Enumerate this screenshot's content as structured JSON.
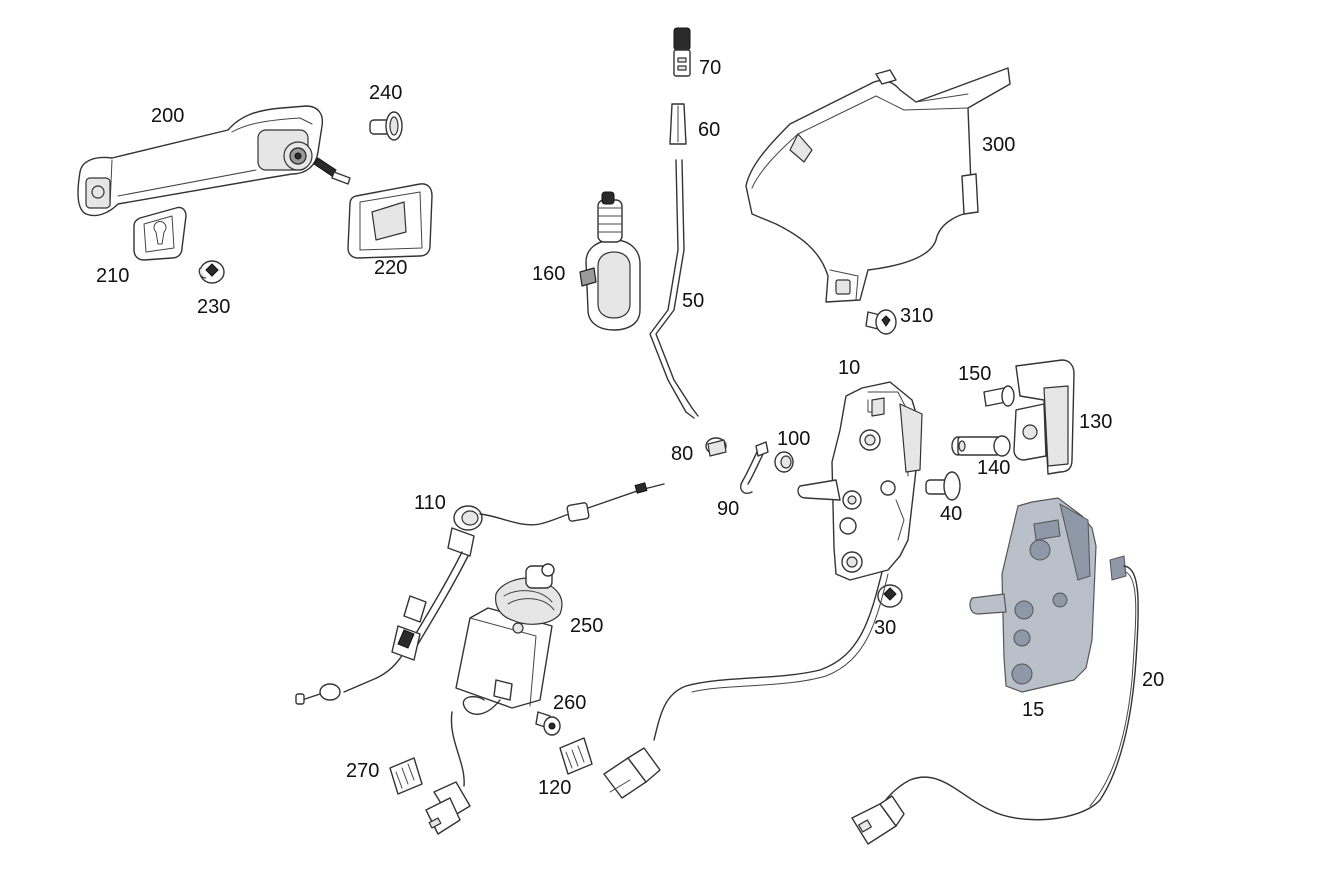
{
  "labels": {
    "p10": "10",
    "p15": "15",
    "p20": "20",
    "p30": "30",
    "p40": "40",
    "p50": "50",
    "p60": "60",
    "p70": "70",
    "p80": "80",
    "p90": "90",
    "p100": "100",
    "p110": "110",
    "p120": "120",
    "p130": "130",
    "p140": "140",
    "p150": "150",
    "p160": "160",
    "p200": "200",
    "p210": "210",
    "p220": "220",
    "p230": "230",
    "p240": "240",
    "p250": "250",
    "p260": "260",
    "p270": "270",
    "p300": "300",
    "p310": "310"
  },
  "colors": {
    "line": "#333333",
    "part_fill": "#ffffff",
    "part_shade": "#e6e6e6",
    "highlight_part": "#b9c0ca",
    "label_text": "#111111"
  }
}
